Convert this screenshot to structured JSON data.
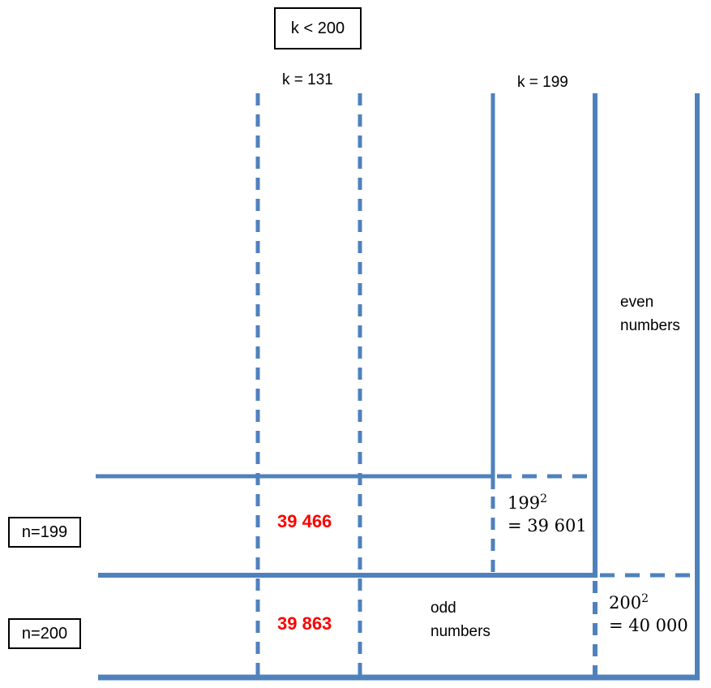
{
  "colors": {
    "line": "#4f81bd",
    "value_red": "#ff0000",
    "text": "#000000"
  },
  "header": {
    "condition_box_label": "k < 200"
  },
  "column_labels": {
    "k_131": "k = 131",
    "k_199": "k = 199"
  },
  "row_labels": {
    "n_199": "n=199",
    "n_200": "n=200"
  },
  "region_labels": {
    "even": {
      "line1": "even",
      "line2": "numbers"
    },
    "odd": {
      "line1": "odd",
      "line2": "numbers"
    }
  },
  "values": {
    "n199_count": "39 466",
    "n200_count": "39 863"
  },
  "squares": {
    "n199": {
      "base": "199",
      "exponent": "2",
      "result": "= 39 601"
    },
    "n200": {
      "base": "200",
      "exponent": "2",
      "result": "= 40 000"
    }
  }
}
